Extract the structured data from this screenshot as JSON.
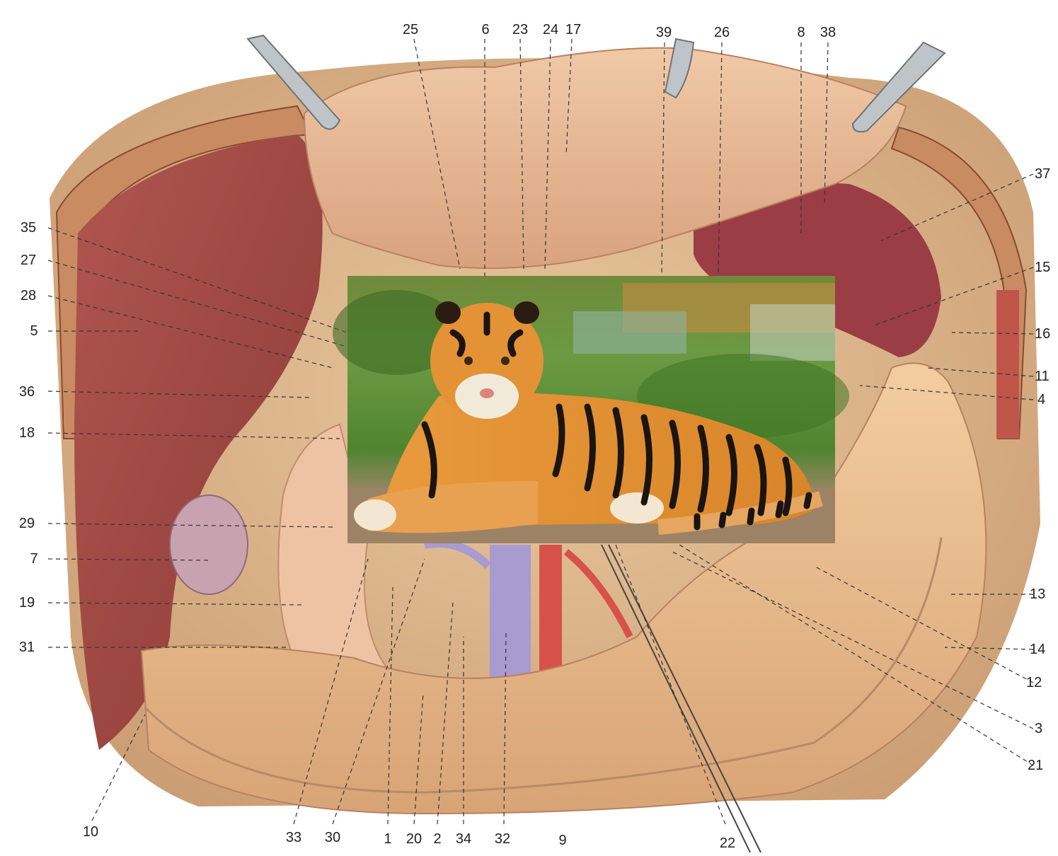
{
  "labels": {
    "top": [
      "25",
      "6",
      "23",
      "24",
      "17",
      "39",
      "26",
      "8",
      "38"
    ],
    "left": [
      "35",
      "27",
      "28",
      "5",
      "36",
      "18",
      "29",
      "7",
      "19",
      "31"
    ],
    "right": [
      "37",
      "15",
      "16",
      "11",
      "4",
      "13",
      "14",
      "12",
      "3",
      "21"
    ],
    "bottom": [
      "10",
      "33",
      "30",
      "1",
      "20",
      "2",
      "34",
      "32",
      "9",
      "22"
    ]
  },
  "inset_photo": {
    "subject": "tiger lying on ground"
  }
}
